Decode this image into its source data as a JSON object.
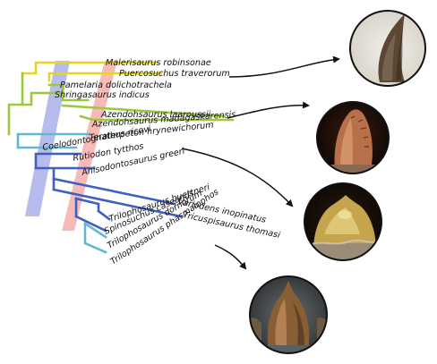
{
  "taxa": [
    "Malerisaurus robinsonae",
    "Puercosuchus traverorum",
    "Pamelaria dolichotrachela",
    "Shringasaurus indicus",
    "Azendohsaurus laaroussii",
    "Azendohsaurus madagaskarensis",
    "Teraterpeton hrynewichorum",
    "Coelodontognathus ricovi",
    "Rutiodon tytthos",
    "Anisodontosaurus greeri",
    "Variodens inopinatus",
    "Tricuspisaurus thomasi",
    "Trilophosaurus buettneri",
    "Spinosuchus caseanus",
    "Trilophosaurus dornorum",
    "Trilophosaurus phasmalophos"
  ],
  "tooth_photos": [
    {
      "name": "tooth-photo-1",
      "subject": "recurved conical tooth"
    },
    {
      "name": "tooth-photo-2",
      "subject": "serrated leaf-shaped tooth"
    },
    {
      "name": "tooth-photo-3",
      "subject": "broad tricuspid tooth crown"
    },
    {
      "name": "tooth-photo-4",
      "subject": "bulbous conical tooth"
    }
  ],
  "colors": {
    "branch_yellow": "#e6d51f",
    "branch_green": "#9bc93a",
    "branch_teal": "#5fb9d3",
    "branch_blue": "#3f5fc2",
    "band_blue": "#9ea6e6",
    "band_red": "#f3a49f",
    "text": "#111111",
    "arrow": "#111111"
  }
}
